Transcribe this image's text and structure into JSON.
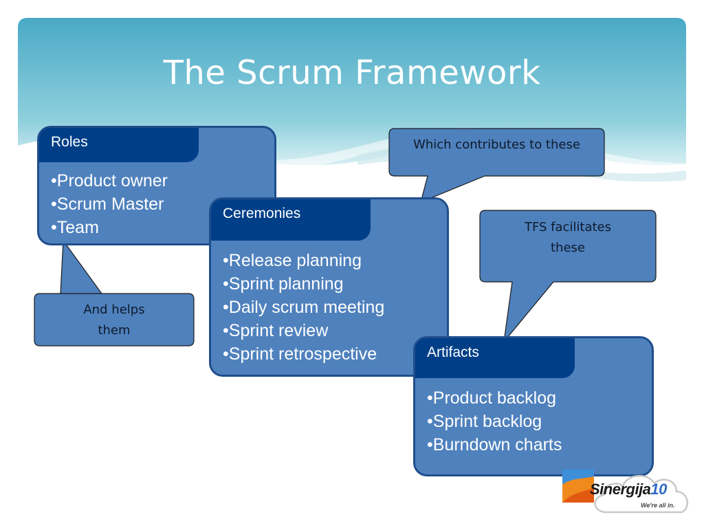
{
  "slide": {
    "title": "The Scrum Framework"
  },
  "roles": {
    "label": "Roles",
    "items": [
      "Product owner",
      "Scrum Master",
      "Team"
    ]
  },
  "ceremonies": {
    "label": "Ceremonies",
    "items": [
      "Release planning",
      "Sprint planning",
      "Daily scrum meeting",
      "Sprint review",
      "Sprint retrospective"
    ]
  },
  "artifacts": {
    "label": "Artifacts",
    "items": [
      "Product backlog",
      "Sprint backlog",
      "Burndown charts"
    ]
  },
  "callouts": {
    "contributes": "Which contributes to these",
    "tfs_line1": "TFS facilitates",
    "tfs_line2": "these",
    "helps_line1": "And helps",
    "helps_line2": "them"
  },
  "logo": {
    "name": "Sinergija",
    "number": "10",
    "tagline": "We're all in."
  },
  "colors": {
    "box_fill": "#4f81bd",
    "box_border": "#1f4e8c",
    "tab_fill": "#003f88",
    "header_top": "#4aa9c6",
    "header_bottom": "#d6eef3"
  }
}
